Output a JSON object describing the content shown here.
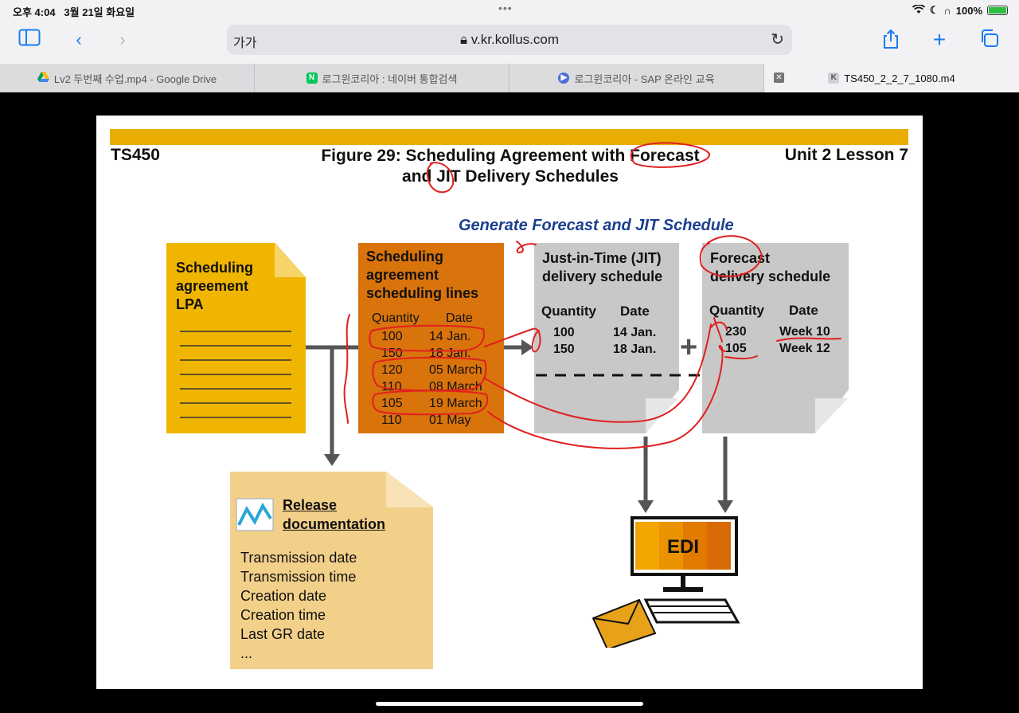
{
  "status": {
    "time": "오후 4:04",
    "date": "3월 21일 화요일",
    "battery": "100%"
  },
  "browser": {
    "aa_label": "가가",
    "url": "v.kr.kollus.com",
    "tabs": [
      {
        "title": "Lv2 두번째 수업.mp4 - Google Drive",
        "favicon": "google-drive-icon"
      },
      {
        "title": "로그윈코리아 : 네이버 통합검색",
        "favicon": "naver-icon"
      },
      {
        "title": "로그윈코리아 - SAP 온라인 교육",
        "favicon": "play-icon"
      },
      {
        "title": "TS450_2_2_7_1080.m4",
        "favicon": "kollus-icon"
      }
    ]
  },
  "slide": {
    "course": "TS450",
    "figure_title_line1": "Figure 29: Scheduling Agreement with Forecast",
    "figure_title_line2": "and JIT Delivery Schedules",
    "unit": "Unit 2 Lesson 7",
    "subtitle": "Generate Forecast and JIT Schedule",
    "lpa": {
      "line1": "Scheduling",
      "line2": "agreement",
      "line3": "LPA"
    },
    "sched_lines": {
      "line1": "Scheduling",
      "line2": "agreement",
      "line3": "scheduling lines",
      "hdr_qty": "Quantity",
      "hdr_date": "Date",
      "rows": [
        {
          "qty": "100",
          "date": "14 Jan."
        },
        {
          "qty": "150",
          "date": "18 Jan."
        },
        {
          "qty": "120",
          "date": "05 March"
        },
        {
          "qty": "110",
          "date": "08 March"
        },
        {
          "qty": "105",
          "date": "19 March"
        },
        {
          "qty": "110",
          "date": "01 May"
        }
      ]
    },
    "jit": {
      "line1": "Just-in-Time (JIT)",
      "line2": "delivery schedule",
      "hdr_qty": "Quantity",
      "hdr_date": "Date",
      "rows": [
        {
          "qty": "100",
          "date": "14 Jan."
        },
        {
          "qty": "150",
          "date": "18 Jan."
        }
      ]
    },
    "forecast": {
      "line1": "Forecast",
      "line2": "delivery schedule",
      "hdr_qty": "Quantity",
      "hdr_date": "Date",
      "rows": [
        {
          "qty": "230",
          "date": "Week 10"
        },
        {
          "qty": "105",
          "date": "Week 12"
        }
      ]
    },
    "plus": "+",
    "release": {
      "line1": "Release",
      "line2": "documentation",
      "items": [
        "Transmission date",
        "Transmission time",
        "Creation date",
        "Creation time",
        "Last GR date",
        "..."
      ]
    },
    "edi": "EDI"
  },
  "colors": {
    "gold": "#e8ad00",
    "orange": "#d9730c",
    "gray": "#c8c8c8",
    "cream": "#f3d08a",
    "annotation": "#e02020"
  }
}
